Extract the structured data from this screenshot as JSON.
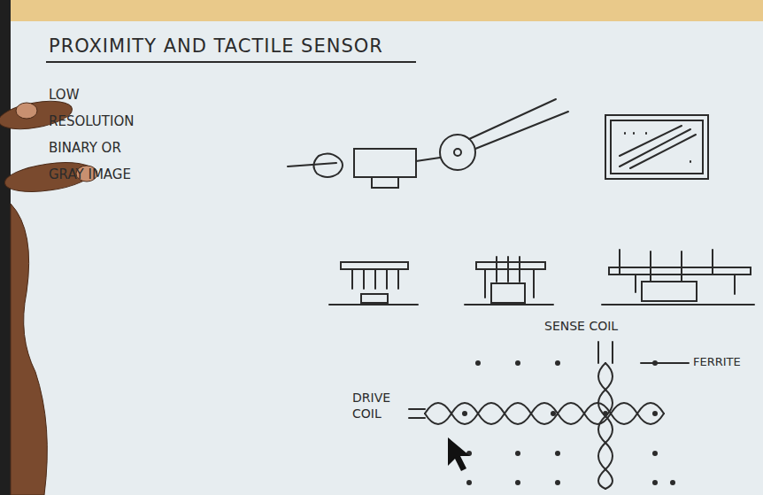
{
  "diagram": {
    "title": "PROXIMITY AND TACTILE SENSOR",
    "labels": [
      "LOW RESOLUTION BINARY OR GRAY IMAGE",
      "SENSE COIL",
      "FERRITE",
      "DRIVE COIL"
    ]
  }
}
